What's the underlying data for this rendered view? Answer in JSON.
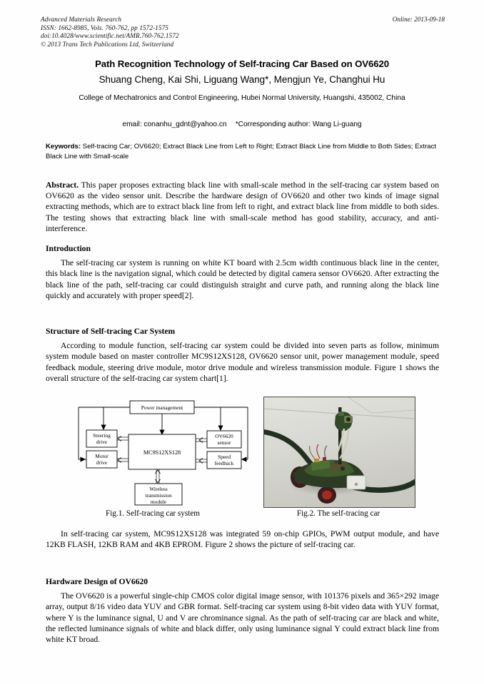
{
  "masthead": {
    "journal": "Advanced Materials Research",
    "issn": "ISSN: 1662-8985, Vols. 760-762, pp 1572-1575",
    "doi": "doi:10.4028/www.scientific.net/AMR.760-762.1572",
    "copyright": "© 2013 Trans Tech Publications Ltd, Switzerland",
    "online": "Online: 2013-09-18"
  },
  "article": {
    "title": "Path Recognition Technology of Self-tracing Car Based on OV6620",
    "authors": "Shuang Cheng, Kai Shi, Liguang Wang*,  Mengjun Ye, Changhui Hu",
    "affiliation": "College of Mechatronics and Control Engineering, Hubei Normal University, Huangshi, 435002, China",
    "email": "email: conanhu_gdnt@yahoo.cn",
    "corresponding": "*Corresponding author: Wang Li-guang",
    "keywords_label": "Keywords:",
    "keywords_text": " Self-tracing Car; OV6620; Extract Black Line from Left to Right; Extract Black Line from Middle to Both Sides; Extract Black Line with Small-scale",
    "abstract_label": "Abstract.",
    "abstract_text": " This paper proposes extracting black line with small-scale method in the self-tracing car system based on OV6620 as the video sensor unit. Describe the hardware design of OV6620 and other two kinds of image signal extracting methods, which are to extract black line from left to right, and extract black line from middle to both sides. The testing shows that extracting black line with small-scale method has good stability, accuracy, and anti-interference."
  },
  "sections": {
    "introduction": {
      "heading": "Introduction",
      "paragraph": "The self-tracing car system is running on white KT board with 2.5cm width continuous black line in the center, this black line is the navigation signal, which could be detected by digital camera sensor OV6620. After extracting the black line of the path, self-tracing car could distinguish straight and curve path, and running along the black line quickly and accurately with proper speed[2]."
    },
    "structure": {
      "heading": "Structure of Self-tracing Car System",
      "paragraph": "According to module function, self-tracing car system could be divided into seven parts as follow, minimum system module based on master controller MC9S12XS128, OV6620 sensor unit, power management module, speed feedback module, steering drive module, motor drive module and wireless transmission module. Figure 1 shows the overall structure of the self-tracing car system chart[1].",
      "paragraph_after": "In self-tracing car system, MC9S12XS128 was integrated 59 on-chip GPIOs, PWM output module, and have 12KB FLASH, 12KB RAM and 4KB EPROM. Figure 2 shows the picture of self-tracing car."
    },
    "hardware": {
      "heading": "Hardware Design of OV6620",
      "paragraph": "The OV6620 is a powerful single-chip CMOS color digital image sensor, with 101376 pixels and 365×292 image array, output 8/16 video data YUV and GBR format. Self-tracing car system using 8-bit video data with YUV format, where Y is the luminance signal, U and V are chrominance signal. As the path of self-tracing car are black and white, the reflected luminance signals of white and black differ, only using luminance signal Y could extract black line from white KT broad."
    }
  },
  "figures": {
    "fig1": {
      "caption": "Fig.1. Self-tracing car system",
      "blocks": {
        "power": "Power management",
        "steering_1": "Steering",
        "steering_2": "drive",
        "motor_1": "Motor",
        "motor_2": "drive",
        "mcu": "MC9S12XS128",
        "sensor_1": "OV6620",
        "sensor_2": "sensor",
        "speed_1": "Speed",
        "speed_2": "feedback",
        "wireless_1": "Wireless",
        "wireless_2": "transmission",
        "wireless_3": "module"
      }
    },
    "fig2": {
      "caption": "Fig.2. The self-tracing car",
      "alt": "Photograph of the self-tracing car on a white KT board with black guide line"
    }
  },
  "colors": {
    "page_background": "#fefefe",
    "text": "#000000",
    "photo_board": "#d8d8d2",
    "photo_line": "#2b3a2b",
    "diagram_stroke": "#000000"
  }
}
